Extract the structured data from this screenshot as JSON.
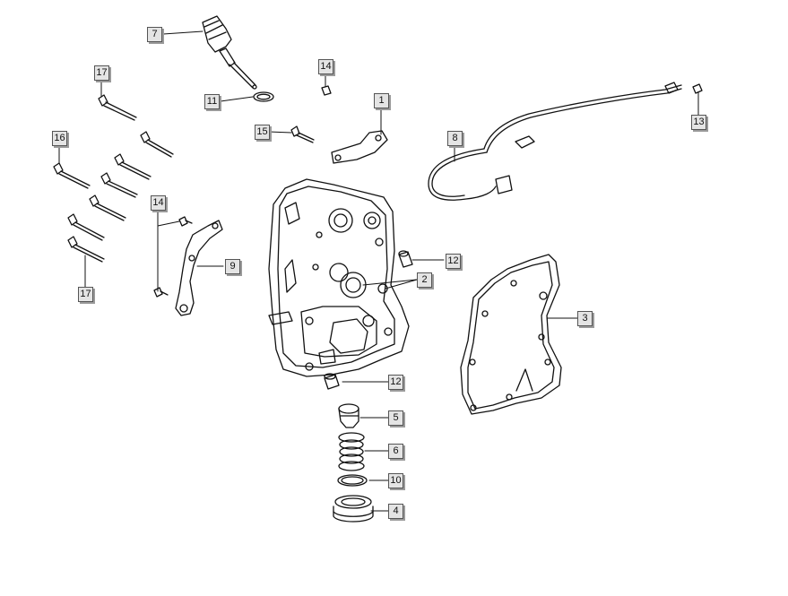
{
  "diagram": {
    "callouts": [
      {
        "id": "c7",
        "label": "7"
      },
      {
        "id": "c17a",
        "label": "17"
      },
      {
        "id": "c14a",
        "label": "14"
      },
      {
        "id": "c11",
        "label": "11"
      },
      {
        "id": "c1",
        "label": "1"
      },
      {
        "id": "c16",
        "label": "16"
      },
      {
        "id": "c15",
        "label": "15"
      },
      {
        "id": "c8",
        "label": "8"
      },
      {
        "id": "c13",
        "label": "13"
      },
      {
        "id": "c14b",
        "label": "14"
      },
      {
        "id": "c9",
        "label": "9"
      },
      {
        "id": "c12a",
        "label": "12"
      },
      {
        "id": "c2",
        "label": "2"
      },
      {
        "id": "c3",
        "label": "3"
      },
      {
        "id": "c17b",
        "label": "17"
      },
      {
        "id": "c12b",
        "label": "12"
      },
      {
        "id": "c5",
        "label": "5"
      },
      {
        "id": "c6",
        "label": "6"
      },
      {
        "id": "c10",
        "label": "10"
      },
      {
        "id": "c4",
        "label": "4"
      }
    ],
    "parts": [
      "crankcase-cover",
      "gasket",
      "oil-dipstick",
      "o-ring-dipstick",
      "bracket-1",
      "bracket-9",
      "cable-8",
      "dowel-pins",
      "filter-cap-5",
      "spring-6",
      "o-ring-10",
      "drain-plug-4",
      "bolts"
    ],
    "colors": {
      "line": "#111111",
      "callout_bg": "#e4e4e4",
      "callout_border": "#555555",
      "shadow": "#9a9a9a"
    }
  }
}
